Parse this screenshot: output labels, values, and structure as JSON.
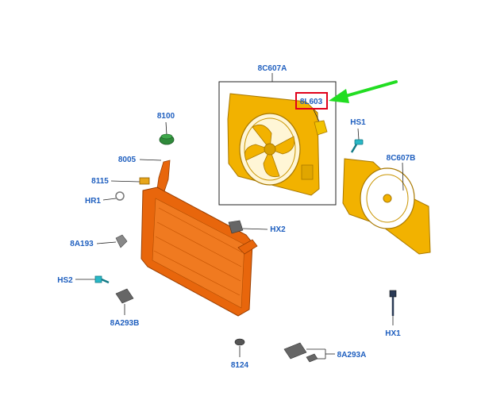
{
  "labels": {
    "fan_assembly": "8C607A",
    "fan_resistor": "8L603",
    "screw_hs1": "HS1",
    "shroud_b": "8C607B",
    "cap": "8100",
    "tank": "8005",
    "sensor": "8115",
    "ring": "HR1",
    "bolt_hx2": "HX2",
    "bracket_left": "8A193",
    "screw_hs2": "HS2",
    "mount_b": "8A293B",
    "bolt_hx1": "HX1",
    "insulator": "8124",
    "mount_a": "8A293A"
  },
  "colors": {
    "label_text": "#1f5fbf",
    "highlight_box": "#e0001a",
    "arrow": "#22dd22",
    "fan_part": "#f2b200",
    "radiator": "#e8660c",
    "cap": "#2f8a3a"
  }
}
